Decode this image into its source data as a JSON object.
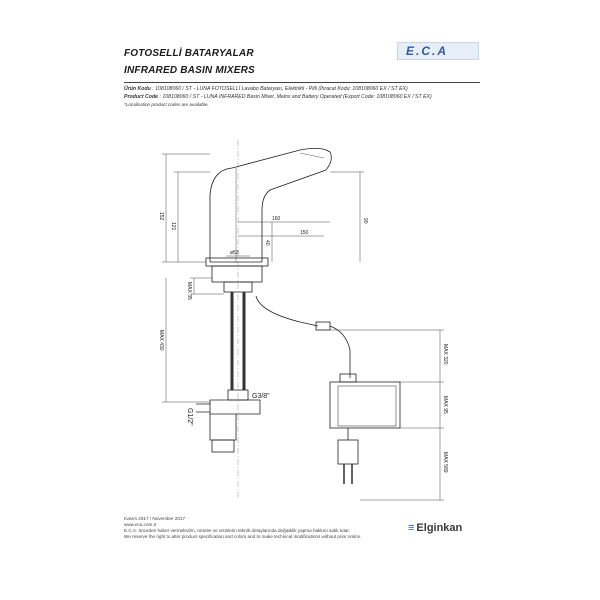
{
  "header": {
    "title_tr": "FOTOSELLİ BATARYALAR",
    "title_en": "INFRARED BASIN MIXERS",
    "logo_text": "E.C.A"
  },
  "product": {
    "line1_label": "Ürün Kodu",
    "line1_text": ": 108108060 / ST - LUNA FOTOSELLİ Lavabo Bataryası, Elektrikli - Pilli (İhracat Kodu: 108108060 EX / ST EX)",
    "line2_label": "Product Code",
    "line2_text": ": 108108060 / ST - LUNA INFRARED Basin Mixer, Mains and Battery Operated (Export Code: 108108060 EX / ST EX)",
    "line3_text": "*Localisation product codes are available."
  },
  "dimensions": {
    "d152": "152",
    "d121": "121",
    "d160": "160",
    "d150": "150",
    "d90": "90",
    "d40": "40",
    "d53": "ø53",
    "max35": "MAX 35",
    "max430": "MAX 430",
    "max320": "MAX 320",
    "max95": "MAX 95",
    "max589": "MAX 589",
    "g38": "G3/8\"",
    "g12": "G1/2\""
  },
  "footer": {
    "date": "Kasım 2017 / November 2017",
    "web": "www.eca.com.tr",
    "note_tr": "E.C.A. önceden haber vermeksizin, ürünler ve ürünlerin teknik detaylarında değişiklik yapma hakkını saklı tutar.",
    "note_en": "We reserve the right to alter product specification and colors and to make technical modifications without prior notice.",
    "brand": "Elginkan",
    "brand_mark": "≡"
  }
}
